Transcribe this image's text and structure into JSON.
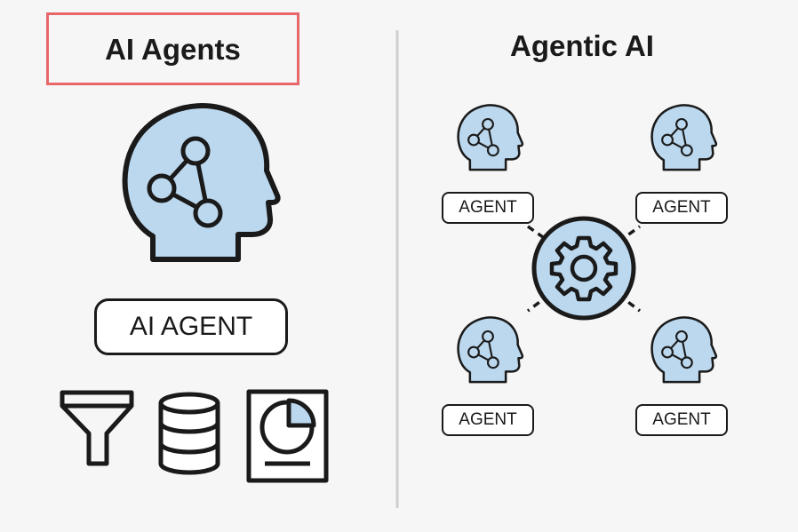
{
  "left_panel": {
    "title": "AI Agents",
    "agent_label": "AI AGENT",
    "tool_icons": [
      "funnel-icon",
      "database-icon",
      "pie-chart-report-icon"
    ]
  },
  "right_panel": {
    "title": "Agentic AI",
    "hub_icon": "gear-icon",
    "agents": [
      {
        "label": "AGENT"
      },
      {
        "label": "AGENT"
      },
      {
        "label": "AGENT"
      },
      {
        "label": "AGENT"
      }
    ]
  },
  "colors": {
    "head_fill": "#bcd8ee",
    "stroke": "#1a1a1a",
    "highlight_border": "#e8676a",
    "divider": "#cfcfcf",
    "background": "#f6f6f6"
  }
}
